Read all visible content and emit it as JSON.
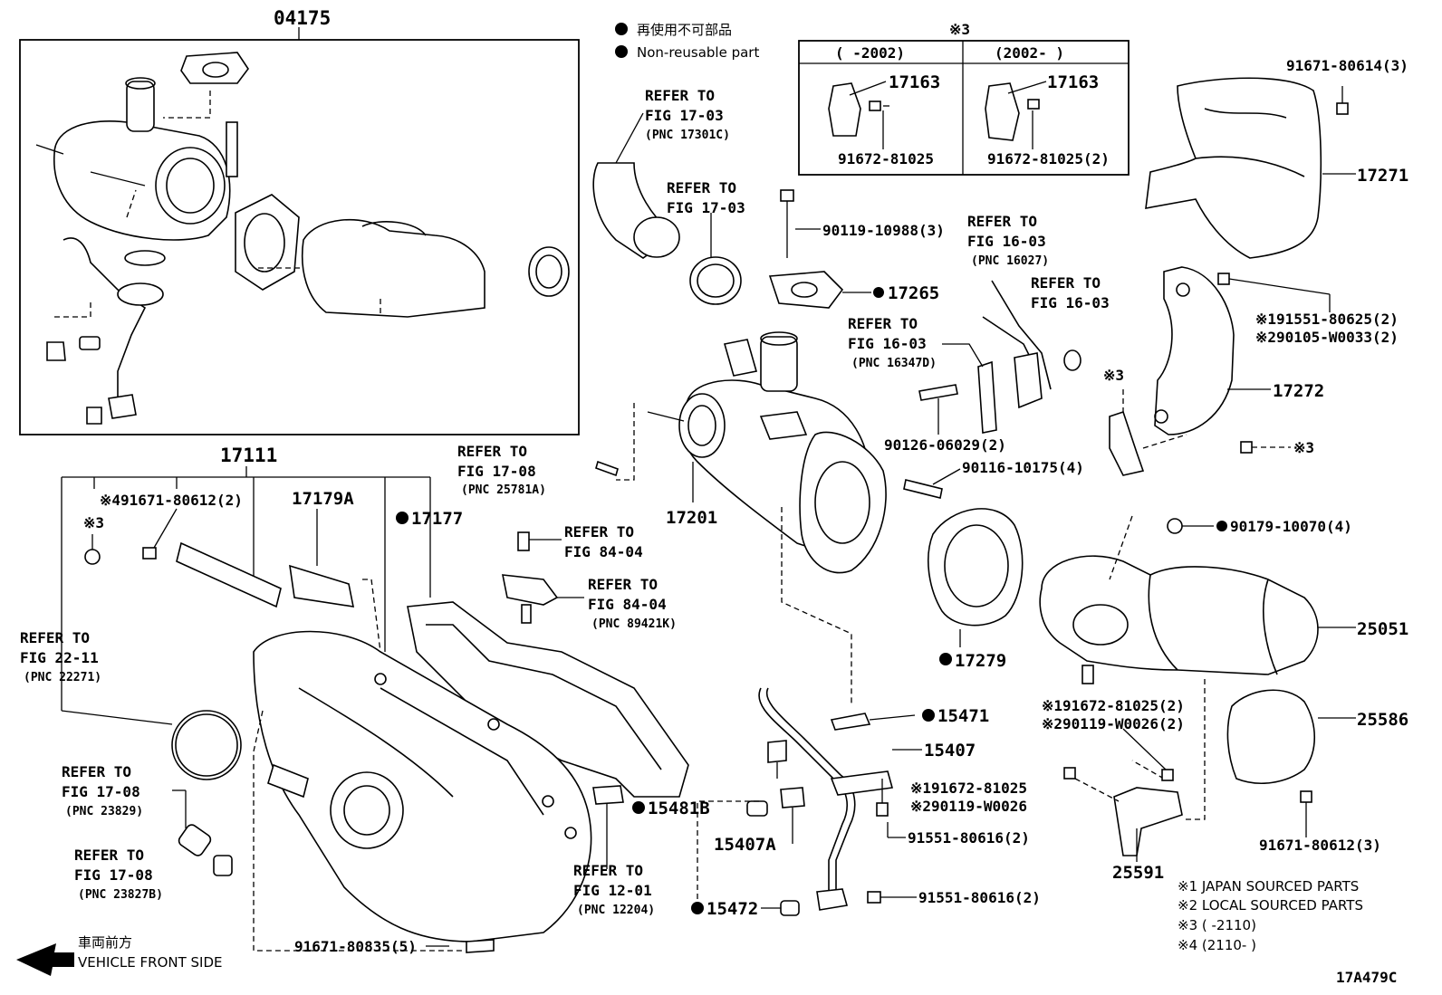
{
  "groups": {
    "g04175": "04175",
    "g17111": "17111"
  },
  "legend": {
    "jp_text": "再使用不可部品",
    "en_text": "Non-reusable part"
  },
  "variant_box": {
    "mark": "※3",
    "col1": "(      -2002)",
    "col2": "(2002-      )",
    "col1_part": "17163",
    "col2_part": "17163",
    "col1_bolt": "91672-81025",
    "col2_bolt": "91672-81025(2)"
  },
  "parts": {
    "p17271": "17271",
    "p91671_80614": "91671-80614(3)",
    "p91551_80625": "※191551-80625(2)",
    "p90105_w0033": "※290105-W0033(2)",
    "p17272": "17272",
    "p17163_m3": "※3",
    "p17163_m3b": "※3",
    "p90179_10070": "90179-10070(4)",
    "p25051": "25051",
    "p25586": "25586",
    "p91671_80612_3": "91671-80612(3)",
    "p25591": "25591",
    "p91672_81025_2": "※191672-81025(2)",
    "p90119_w0026_2": "※290119-W0026(2)",
    "p90119_10988": "90119-10988(3)",
    "p17265": "17265",
    "p90126_06029": "90126-06029(2)",
    "p90116_10175": "90116-10175(4)",
    "p17201": "17201",
    "p17279": "17279",
    "p15471": "15471",
    "p15407": "15407",
    "p91672_81025_b": "※191672-81025",
    "p90119_w0026_b": "※290119-W0026",
    "p91551_80616_a": "91551-80616(2)",
    "p91551_80616_b": "91551-80616(2)",
    "p15481b": "15481B",
    "p15407a": "15407A",
    "p15472": "15472",
    "p91671_80835": "91671-80835(5)",
    "p17179a": "17179A",
    "p17177": "17177",
    "p91671_80612_2": "※491671-80612(2)",
    "p_m3_left": "※3"
  },
  "refs": [
    {
      "l1": "REFER TO",
      "l2": "FIG 17-03",
      "pnc": "(PNC 17301C)"
    },
    {
      "l1": "REFER TO",
      "l2": "FIG 17-03",
      "pnc": ""
    },
    {
      "l1": "REFER TO",
      "l2": "FIG 16-03",
      "pnc": "(PNC 16027)"
    },
    {
      "l1": "REFER TO",
      "l2": "FIG 16-03",
      "pnc": ""
    },
    {
      "l1": "REFER TO",
      "l2": "FIG 16-03",
      "pnc": "(PNC 16347D)"
    },
    {
      "l1": "REFER TO",
      "l2": "FIG 17-08",
      "pnc": "(PNC 25781A)"
    },
    {
      "l1": "REFER TO",
      "l2": "FIG 84-04",
      "pnc": ""
    },
    {
      "l1": "REFER TO",
      "l2": "FIG 84-04",
      "pnc": "(PNC 89421K)"
    },
    {
      "l1": "REFER TO",
      "l2": "FIG 22-11",
      "pnc": "(PNC 22271)"
    },
    {
      "l1": "REFER TO",
      "l2": "FIG 17-08",
      "pnc": "(PNC 23829)"
    },
    {
      "l1": "REFER TO",
      "l2": "FIG 17-08",
      "pnc": "(PNC 23827B)"
    },
    {
      "l1": "REFER TO",
      "l2": "FIG 12-01",
      "pnc": "(PNC 12204)"
    }
  ],
  "footnotes": {
    "n1": "※1  JAPAN SOURCED PARTS",
    "n2": "※2  LOCAL SOURCED PARTS",
    "n3": "※3 (        -2110)",
    "n4": "※4 (2110-        )"
  },
  "front": {
    "jp": "車両前方",
    "en": "VEHICLE FRONT SIDE"
  },
  "figure_code": "17A479C"
}
